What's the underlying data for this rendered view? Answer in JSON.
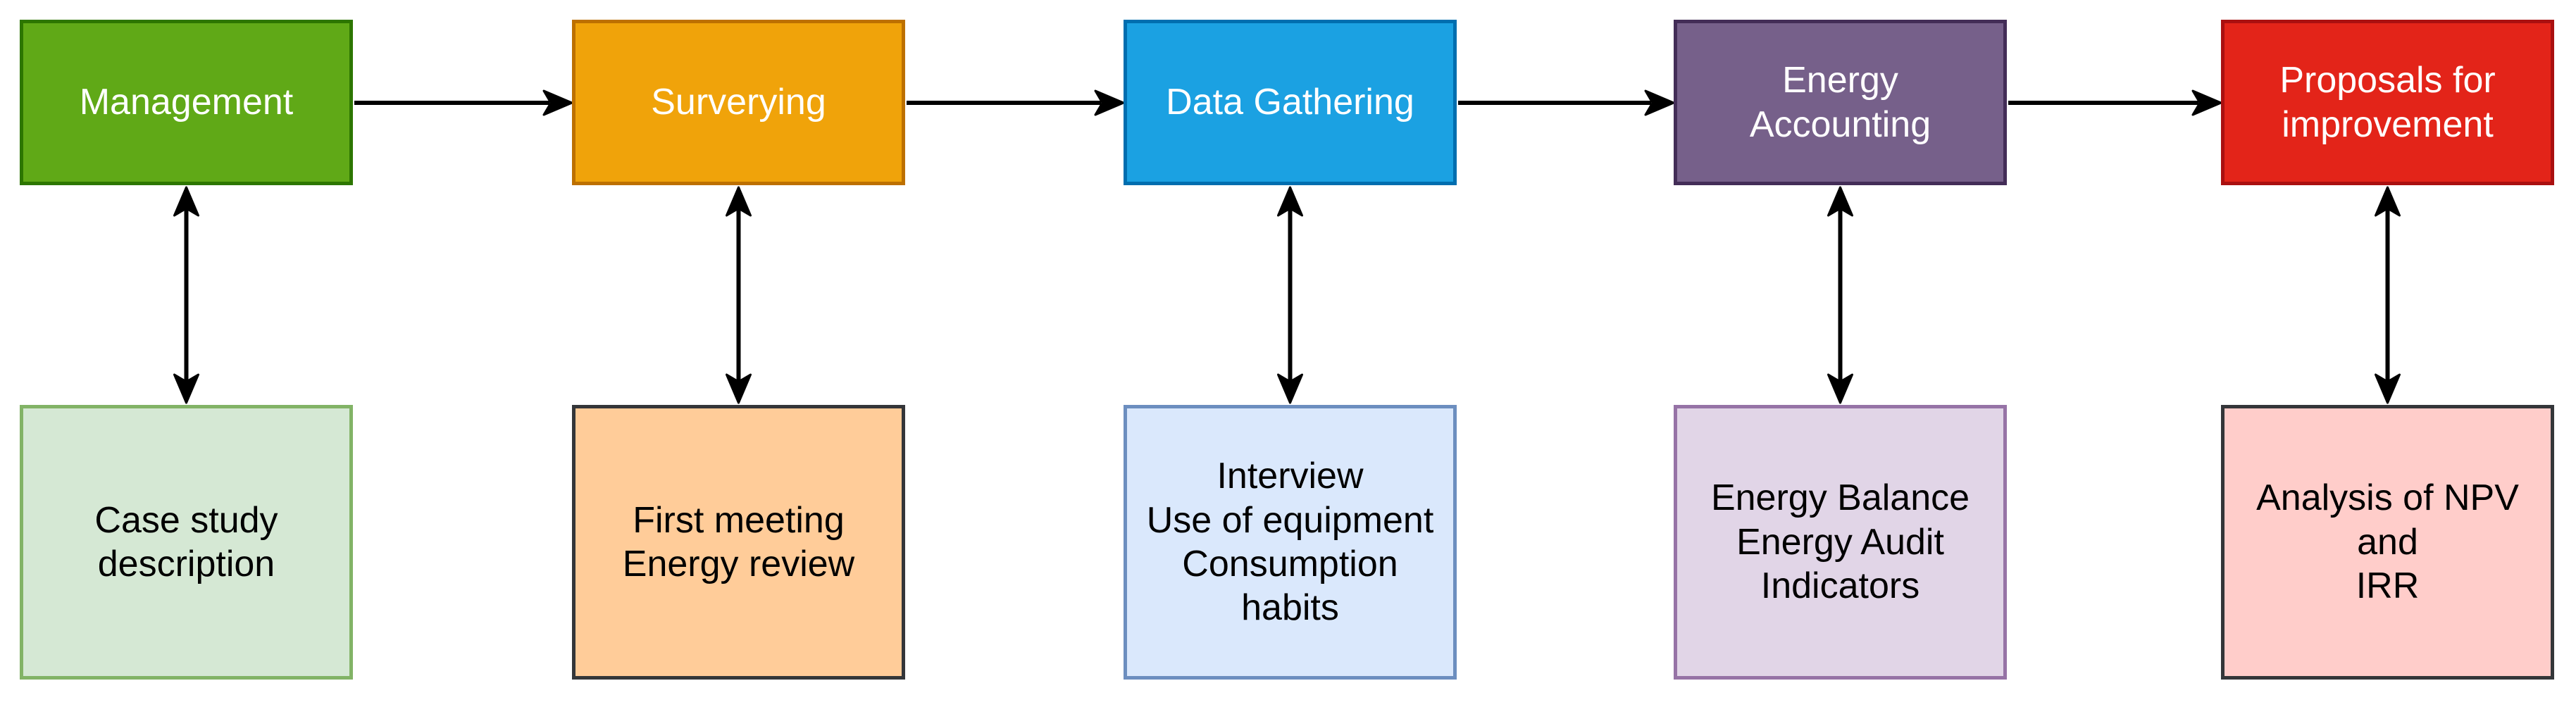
{
  "diagram": {
    "background": "#FFFFFF",
    "connector_color": "#000000"
  },
  "columns": [
    {
      "stage": {
        "lines": [
          "Management"
        ],
        "fill": "#60A917",
        "border": "#2D7600",
        "text_color": "#FFFFFF"
      },
      "detail": {
        "lines": [
          "Case study",
          "description"
        ],
        "fill": "#D5E8D4",
        "border": "#82B366",
        "text_color": "#000000"
      }
    },
    {
      "stage": {
        "lines": [
          "Surverying"
        ],
        "fill": "#F0A30A",
        "border": "#BD7000",
        "text_color": "#FFFFFF"
      },
      "detail": {
        "lines": [
          "First meeting",
          "Energy review"
        ],
        "fill": "#FFCC99",
        "border": "#343639",
        "text_color": "#000000"
      }
    },
    {
      "stage": {
        "lines": [
          "Data Gathering"
        ],
        "fill": "#1BA1E2",
        "border": "#006EAF",
        "text_color": "#FFFFFF"
      },
      "detail": {
        "lines": [
          "Interview",
          "Use of equipment",
          "Consumption",
          "habits"
        ],
        "fill": "#DAE8FC",
        "border": "#6C8EBF",
        "text_color": "#000000"
      }
    },
    {
      "stage": {
        "lines": [
          "Energy",
          "Accounting"
        ],
        "fill": "#76608A",
        "border": "#432D57",
        "text_color": "#FFFFFF"
      },
      "detail": {
        "lines": [
          "Energy Balance",
          "Energy Audit",
          "Indicators"
        ],
        "fill": "#E1D5E7",
        "border": "#9673A6",
        "text_color": "#000000"
      }
    },
    {
      "stage": {
        "lines": [
          "Proposals for",
          "improvement"
        ],
        "fill": "#E32419",
        "border": "#AA1010",
        "text_color": "#FFFFFF"
      },
      "detail": {
        "lines": [
          "Analysis of NPV",
          "and",
          "IRR"
        ],
        "fill": "#FFCDCA",
        "border": "#343639",
        "text_color": "#000000"
      }
    }
  ],
  "flow": {
    "horizontal": [
      {
        "from": "Management",
        "to": "Surverying"
      },
      {
        "from": "Surverying",
        "to": "Data Gathering"
      },
      {
        "from": "Data Gathering",
        "to": "Energy Accounting"
      },
      {
        "from": "Energy Accounting",
        "to": "Proposals for improvement"
      }
    ],
    "vertical_bidirectional": [
      {
        "between": [
          "Management",
          "Case study description"
        ]
      },
      {
        "between": [
          "Surverying",
          "First meeting / Energy review"
        ]
      },
      {
        "between": [
          "Data Gathering",
          "Interview / Use of equipment / Consumption habits"
        ]
      },
      {
        "between": [
          "Energy Accounting",
          "Energy Balance / Energy Audit / Indicators"
        ]
      },
      {
        "between": [
          "Proposals for improvement",
          "Analysis of NPV and IRR"
        ]
      }
    ]
  }
}
